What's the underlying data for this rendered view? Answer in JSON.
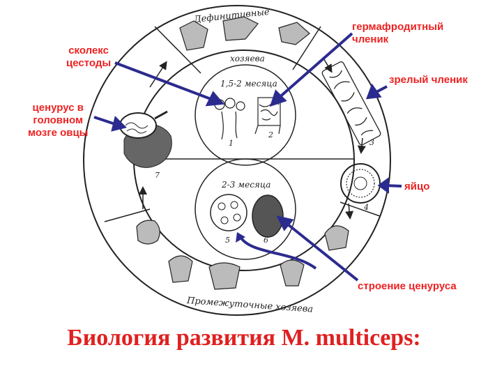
{
  "title": "Биология развития M. multiceps:",
  "labels": {
    "scolex": [
      "сколекс",
      "цестоды"
    ],
    "hermaphrodite": [
      "гермафродитный",
      "членик"
    ],
    "mature": "зрелый членик",
    "coenurus_brain": [
      "ценурус в",
      "головном",
      "мозге овцы"
    ],
    "egg": "яйцо",
    "structure": "строение ценуруса"
  },
  "diagram_text": {
    "definitive": "Дефинитивные",
    "hosts": "хозяева",
    "intermediate": "Промежуточные хозяева",
    "period_top": "1,5-2 месяца",
    "period_bottom": "2-3 месяца",
    "n1": "1",
    "n2": "2",
    "n3": "3",
    "n4": "4",
    "n5": "5",
    "n6": "6",
    "n7": "7"
  },
  "colors": {
    "label": "#ee2222",
    "title": "#e02020",
    "pointer": "#2b2b8f",
    "ink": "#222222"
  }
}
